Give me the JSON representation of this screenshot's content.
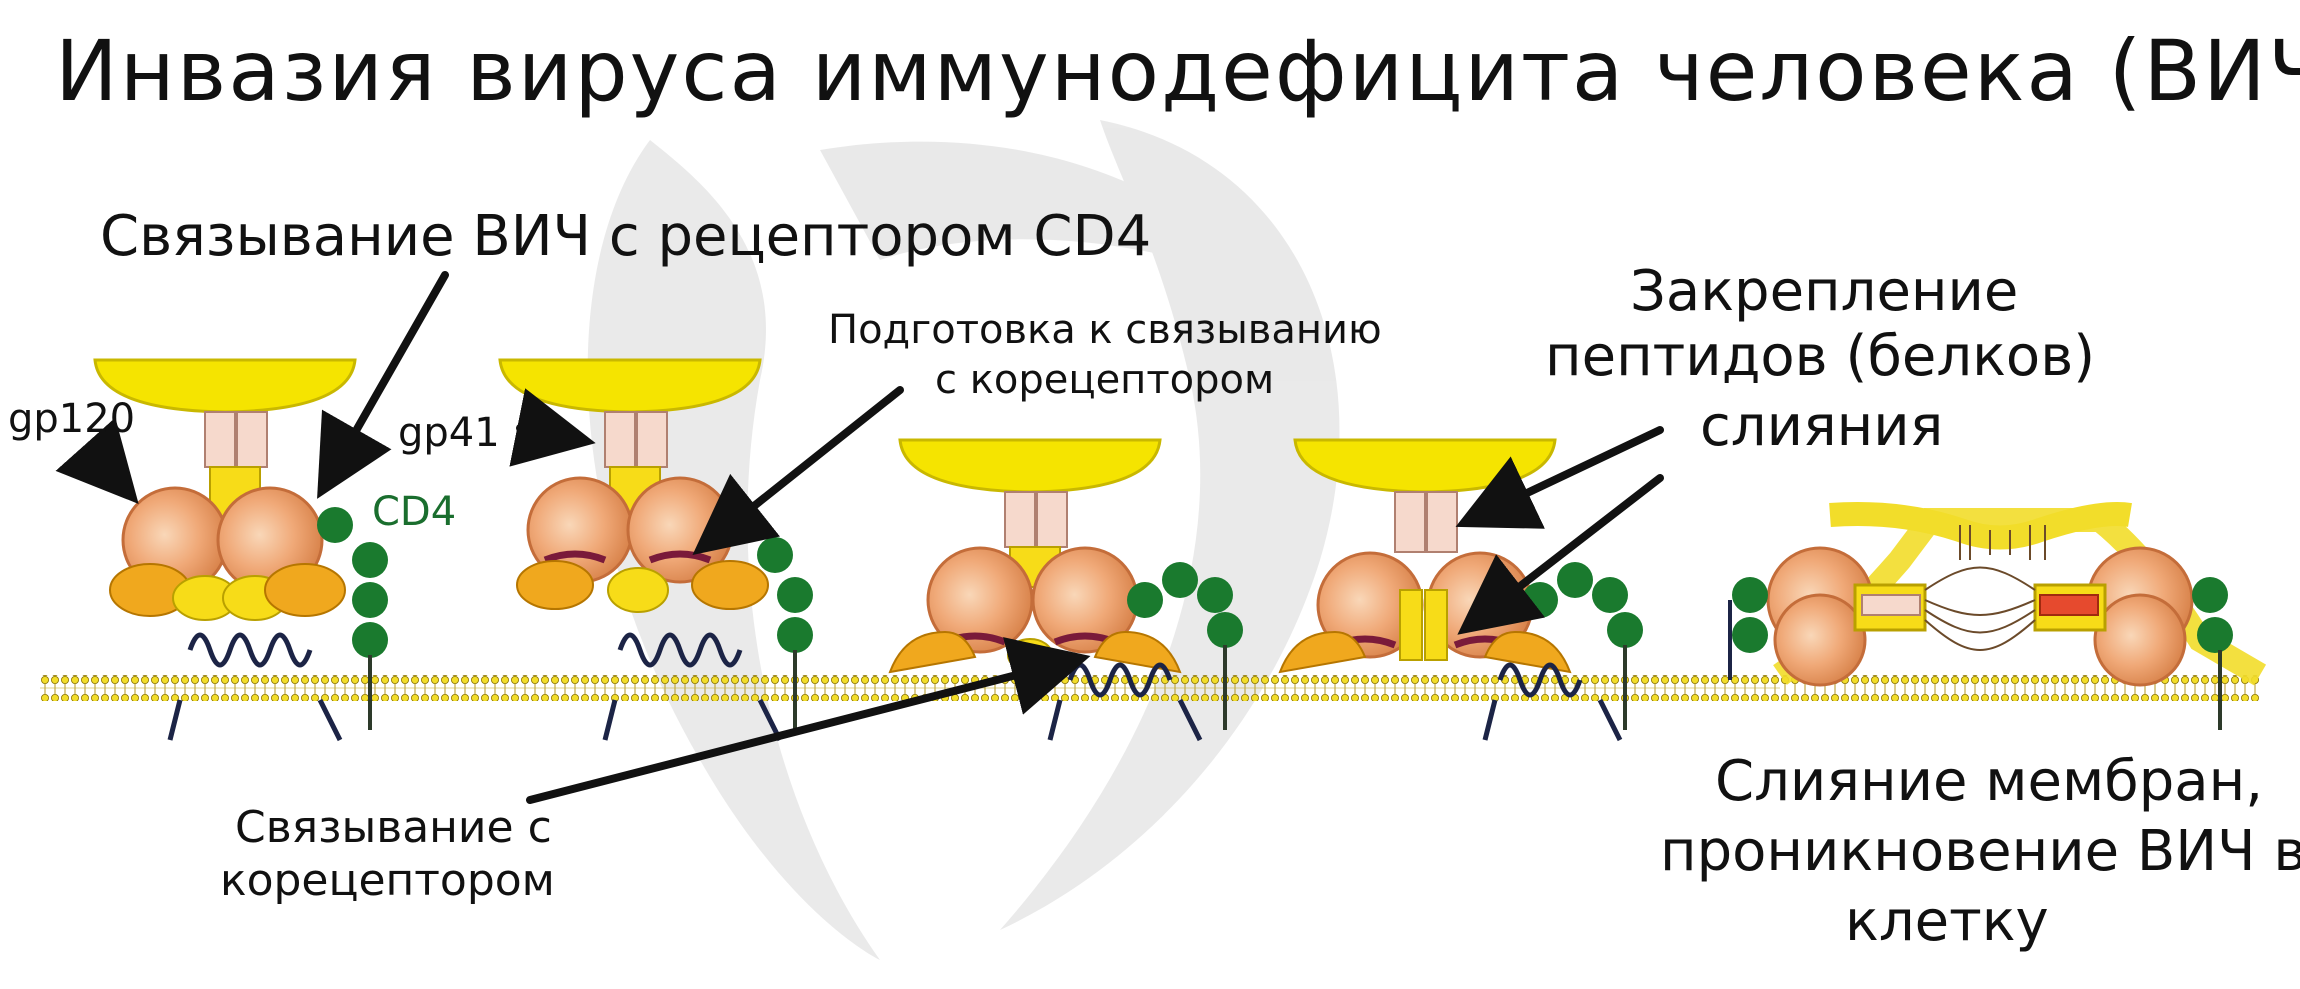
{
  "title": "Инвазия вируса иммунодефицита человека (ВИЧ)",
  "labels": {
    "binding_cd4": "Связывание ВИЧ с рецептором CD4",
    "gp120": "gp120",
    "gp41": "gp41",
    "cd4": "CD4",
    "prep_line1": "Подготовка к связыванию",
    "prep_line2": "с корецептором",
    "anchor_line1": "Закрепление",
    "anchor_line2": "пептидов (белков)",
    "anchor_line3": "слияния",
    "coreceptor_line1": "Связывание с",
    "coreceptor_line2": "корецептором",
    "fusion_line1": "Слияние мембран,",
    "fusion_line2": "проникновение ВИЧ в",
    "fusion_line3": "клетку"
  },
  "colors": {
    "virus_membrane": "#f5e400",
    "gp120": "#e8a070",
    "gp120_light": "#f6c9a3",
    "gp41": "#f6d9cc",
    "cd4": "#1a7a2e",
    "coreceptor": "#1c2446",
    "lipid_head": "#f2dd2a",
    "lipid_outline": "#8a7400",
    "orange_foot": "#f0a81e",
    "yellow_foot": "#f7dc18",
    "cd4_label": "#1a6e2e",
    "text": "#111111"
  }
}
